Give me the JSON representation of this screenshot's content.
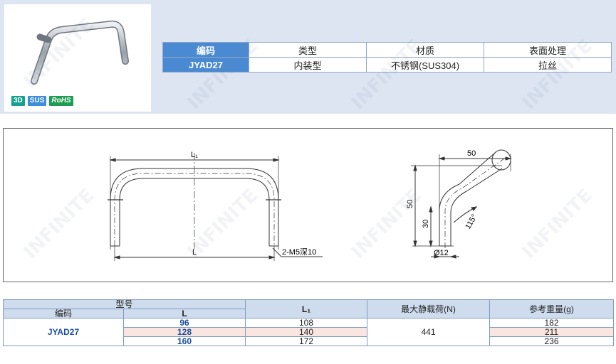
{
  "badges": [
    "3D",
    "SUS",
    "RoHS"
  ],
  "spec_table": {
    "headers": [
      "编码",
      "类型",
      "材质",
      "表面处理"
    ],
    "row": [
      "JYAD27",
      "内装型",
      "不锈钢(SUS304)",
      "拉丝"
    ]
  },
  "drawing": {
    "front": {
      "overall_label": "L₁",
      "span_label": "L",
      "hole_note": "2-M5深10"
    },
    "side": {
      "width_label": "50",
      "height_label": "50",
      "straight_label": "30",
      "angle_label": "115°",
      "diameter_label": "Ø12"
    }
  },
  "dims_table": {
    "group_header": "型号",
    "code_header": "编码",
    "l_header": "L",
    "l1_header": "L₁",
    "load_header": "最大静载荷(N)",
    "weight_header": "参考重量(g)",
    "code": "JYAD27",
    "load_value": "441",
    "rows": [
      {
        "L": "96",
        "L1": "108",
        "weight": "182"
      },
      {
        "L": "128",
        "L1": "140",
        "weight": "211"
      },
      {
        "L": "160",
        "L1": "172",
        "weight": "236"
      }
    ]
  },
  "watermark_text": "INFINITE"
}
